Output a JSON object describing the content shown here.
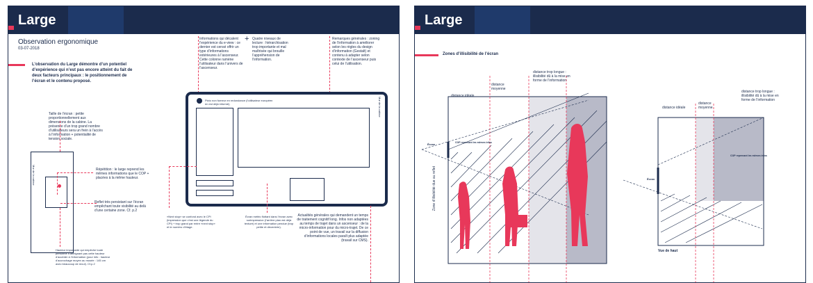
{
  "panels": [
    {
      "title": "Large",
      "subtitle": "Observation ergonomique",
      "date": "03-07-2018",
      "intro": "L’observation du Large démontre d’un potentiel d’expérience qui n’est pas encore atteint du fait de deux facteurs principaux : le positionnement de l’écran et le contenu proposé.",
      "col1": "Informations qui décalent l’expérience du e-view : ce dernier est censé offrir un type d’informations extérieures à l’ascenseur. Cette colonne ramène l’utilisateur dans l’univers de l’ascenseur.",
      "col2": "Quatre niveaux de lecture : hiérarchisation trop importante et mal maîtrisée qui brouille l’appréhension de l’information.",
      "col3": "Remarques générales : zoning de l’information à améliorer selon les règles du design d’information (Gestalt) et contenu à adapter selon contexte de l’ascenseur puis celui de l’utilisation.",
      "taille": "Taille de l’écran : petite proportionnellement aux dimensions de la cabine. La présence d’un trop grand nombre d’utilisateurs sera un frein à l’accès à l’information + potentialité de tension sociale.",
      "repetition": "Répétition : le large reprend les mêmes informations que le COP + placées à la même hauteur.",
      "reflet": "Reflet très persistant sur l’écran empêchant toute visibilité au delà d’une certaine zone. Cf. p.2",
      "hauteur": "Hauteur importante qui empêche toute personne n’atteignant pas cette hauteur d’accéder à l’information (pour info : hauteur d’accrochage moyen au musée : 145 cm avec beaucoup de recul). Cf.p.2",
      "picto": "Picto non fumeur en redondance (l’utilisateur européen en est déjà informé).",
      "nextstop": "«Next stop» se confond avec le CPI (impression que c’est une légende du CPI) + trop grand par entre «next stop» et le numéro d’étage.",
      "meteo": "Écran météo flottant dans l’écran avec surimpression (l’arrière plan est déjà texturé) et une information pendue (trop petite et décentrée).",
      "actualites": "Actualités générales qui demandent un temps de traitement cognitif long. Infos non adaptées au temps de trajet dans un ascenseur : de la micro-information pour du micro-trajet. De ce point de vue, un travail sur la diffusion d’informations locales paraît plus adaptée (travail sur CMS).",
      "cabine_label": "Mur de la cabine",
      "screen_label": "Mur de la cabine"
    },
    {
      "title": "Large",
      "section": "Zones d’illisibilité de l’écran",
      "dist_ideale": "distance idéale",
      "dist_moyenne": "distance moyenne",
      "dist_longue": "distance trop longue : illisibilité dû à la mise en forme de l’information",
      "ecran": "Écran",
      "cop": "COP reprenant les mêmes infos",
      "zone_label": "Zone d’illisibilité due au reflet",
      "vue_haut": "Vue de haut"
    }
  ]
}
